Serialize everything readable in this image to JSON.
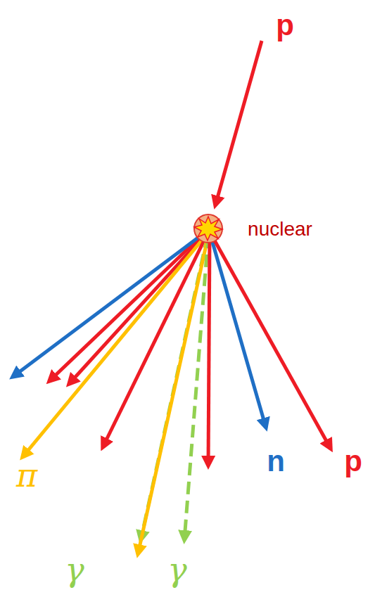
{
  "diagram": {
    "labels": [
      "p",
      "nuclear",
      "n",
      "p",
      "π",
      "γ",
      "γ"
    ]
  }
}
